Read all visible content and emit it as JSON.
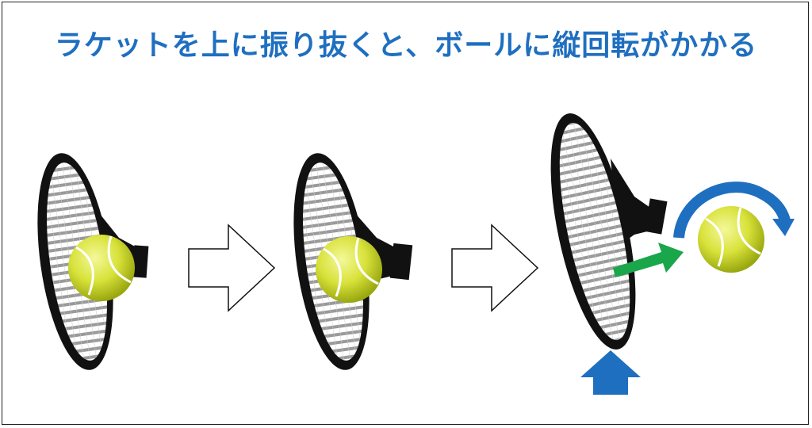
{
  "title": "ラケットを上に振り抜くと、ボールに縦回転がかかる",
  "colors": {
    "title": "#1f6fc0",
    "ball": "#d8e23a",
    "hit_arrow": "#1aa64a",
    "up_arrow": "#1f6fc0",
    "spin_arrow": "#1f6fc0",
    "racket_frame": "#111111",
    "strings": "#9a9a9a"
  },
  "panels": [
    {
      "name": "racket-before",
      "has_ball_on_face": true
    },
    {
      "name": "racket-contact",
      "has_ball_on_face": true
    },
    {
      "name": "racket-swing-up",
      "has_ball_on_face": false
    }
  ],
  "icons": [
    "tennis-racket-icon",
    "tennis-ball-icon",
    "right-outline-arrow-icon",
    "up-arrow-icon",
    "spin-arrow-icon",
    "hit-direction-arrow-icon"
  ]
}
